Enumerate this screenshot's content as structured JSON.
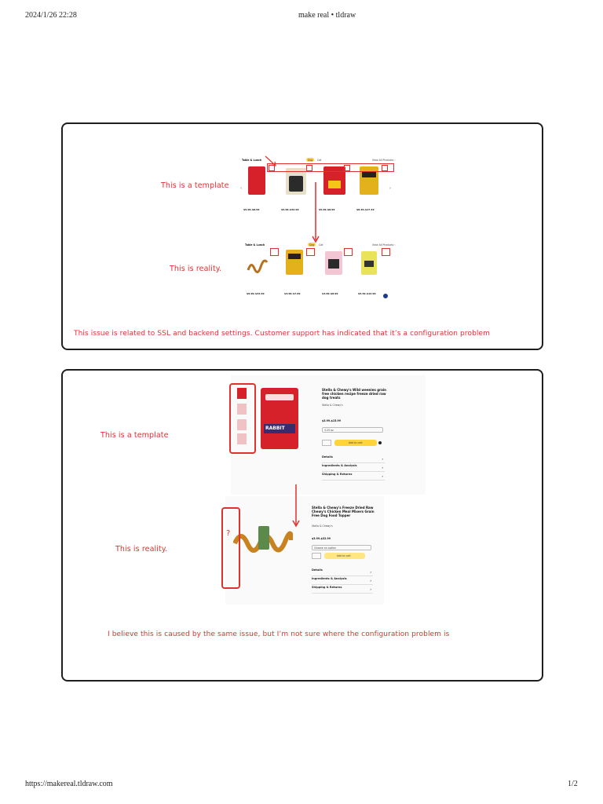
{
  "page_header": {
    "timestamp": "2024/1/26 22:28",
    "title": "make real • tldraw"
  },
  "page_footer": {
    "url": "https://makereal.tldraw.com",
    "page": "1/2"
  },
  "panel1": {
    "template_label": "This is a template",
    "reality_label": "This is reality.",
    "caption": "This issue is related to SSL and backend settings. Customer support has indicated that it’s a configuration problem",
    "template_shot": {
      "heading": "Table & Lunch",
      "toggle_a": "Dog",
      "toggle_b": "Cat",
      "view_all": "View All Products ›",
      "prices": [
        "$5.99–$8.99",
        "$5.99–$32.99",
        "$5.99–$8.99",
        "$8.49–$17.49"
      ]
    },
    "reality_shot": {
      "heading": "Table & Lunch",
      "toggle_a": "Dog",
      "toggle_b": "Cat",
      "view_all": "View All Products ›",
      "prices": [
        "$9.99–$34.99",
        "$4.99–$7.99",
        "$4.99–$8.99",
        "$5.49–$12.99"
      ]
    }
  },
  "panel2": {
    "template_label": "This is a template",
    "reality_label": "This is reality.",
    "question_mark": "?",
    "caption": "I believe this is caused by the same issue, but I’m not sure where the configuration problem is",
    "template_shot": {
      "product_title": "Stella & Chewy's Wild weenies grain free chicken recipe freeze dried raw dog treats",
      "brand": "Stella & Chewy's",
      "price": "$3.99–$15.99",
      "size_label": "3.25 oz",
      "add_to_cart": "Add to cart",
      "pack_label": "RABBIT",
      "accordion": [
        "Details",
        "Ingredients & Analysis",
        "Shipping & Returns"
      ]
    },
    "reality_shot": {
      "product_title": "Stella & Chewy's Freeze Dried Raw Chewy's Chicken Meal Mixers Grain Free Dog Food Topper",
      "brand": "Stella & Chewy's",
      "price": "$3.99–$32.99",
      "size_label": "Choose an option",
      "add_to_cart": "Add to cart",
      "accordion": [
        "Details",
        "Ingredients & Analysis",
        "Shipping & Returns"
      ]
    }
  },
  "colors": {
    "annotation_red": "#e03131",
    "frame": "#1e1e1e",
    "accent_yellow": "#ffd43b"
  }
}
